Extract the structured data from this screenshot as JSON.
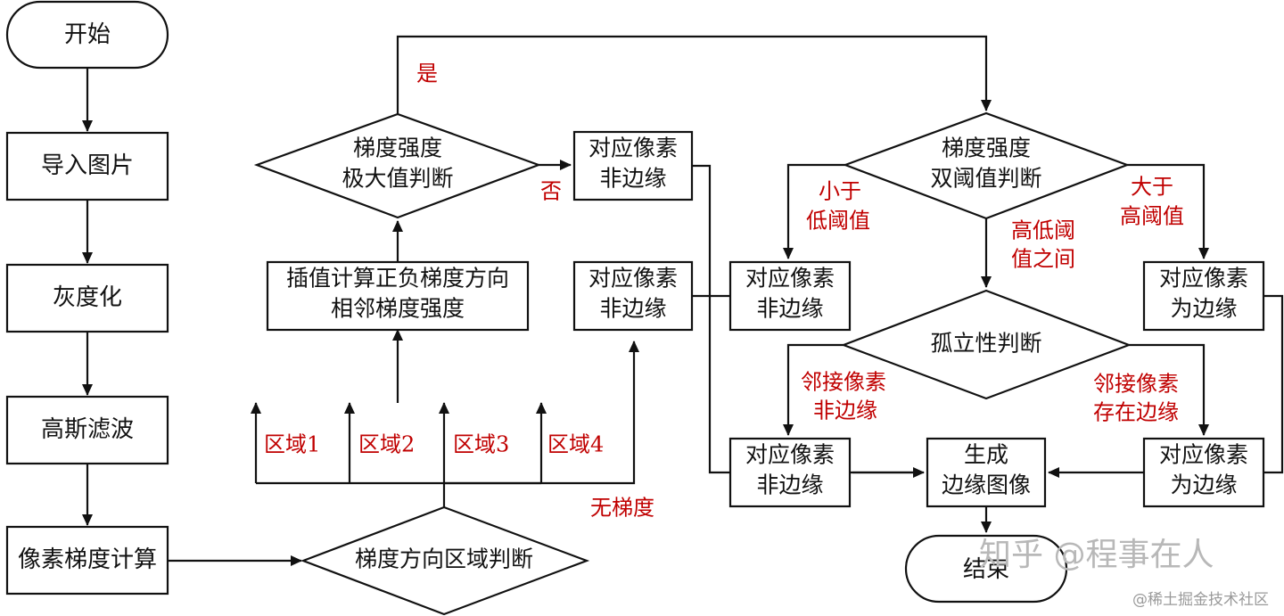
{
  "nodes": {
    "start": "开始",
    "import": "导入图片",
    "gray": "灰度化",
    "gauss": "高斯滤波",
    "gradcalc": "像素梯度计算",
    "dirjudge": "梯度方向区域判断",
    "interp_l1": "插值计算正负梯度方向",
    "interp_l2": "相邻梯度强度",
    "maxjudge_l1": "梯度强度",
    "maxjudge_l2": "极大值判断",
    "nonedge1_l1": "对应像素",
    "nonedge1_l2": "非边缘",
    "nonedge2_l1": "对应像素",
    "nonedge2_l2": "非边缘",
    "dual_l1": "梯度强度",
    "dual_l2": "双阈值判断",
    "nonedge3_l1": "对应像素",
    "nonedge3_l2": "非边缘",
    "edge1_l1": "对应像素",
    "edge1_l2": "为边缘",
    "iso": "孤立性判断",
    "nonedge4_l1": "对应像素",
    "nonedge4_l2": "非边缘",
    "gen_l1": "生成",
    "gen_l2": "边缘图像",
    "edge2_l1": "对应像素",
    "edge2_l2": "为边缘",
    "end": "结束"
  },
  "labels": {
    "yes": "是",
    "no": "否",
    "region1": "区域1",
    "region2": "区域2",
    "region3": "区域3",
    "region4": "区域4",
    "nograd": "无梯度",
    "below_l1": "小于",
    "below_l2": "低阈值",
    "above_l1": "大于",
    "above_l2": "高阈值",
    "between_l1": "高低阈",
    "between_l2": "值之间",
    "nbr_non_l1": "邻接像素",
    "nbr_non_l2": "非边缘",
    "nbr_edge_l1": "邻接像素",
    "nbr_edge_l2": "存在边缘"
  },
  "watermark": {
    "main": "知乎 @程事在人",
    "sub": "@稀土掘金技术社区"
  },
  "colors": {
    "line": "#111111",
    "label_red": "#c00000",
    "watermark": "#b8b8b8"
  }
}
